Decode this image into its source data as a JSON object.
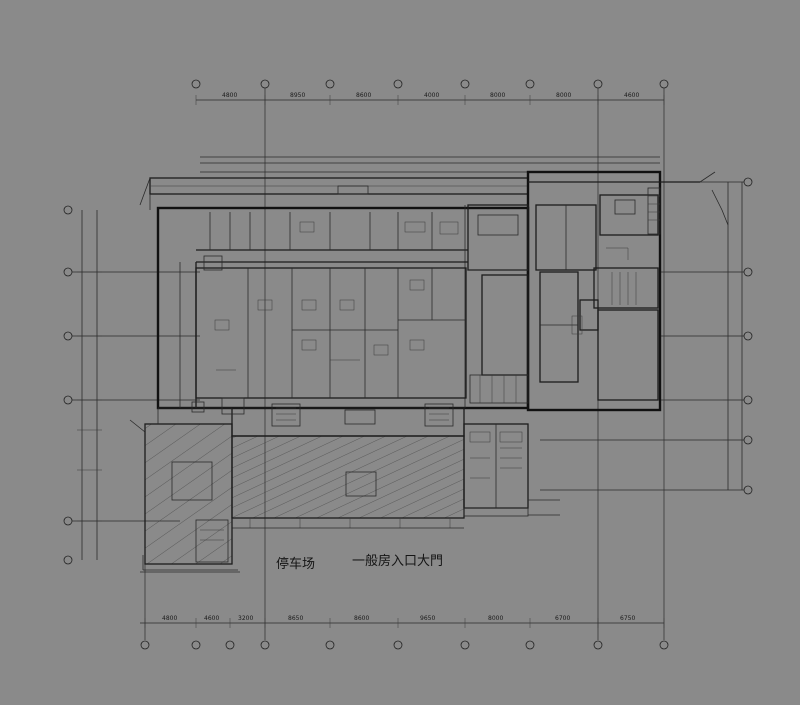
{
  "drawing": {
    "labels": {
      "parking": "停车场",
      "main_entrance": "一般房入口大門"
    },
    "dimension_top": [
      "4800",
      "8950",
      "8600",
      "4000",
      "8000",
      "8000",
      "4600"
    ],
    "dimension_bottom": [
      "4800",
      "4600",
      "3200",
      "8650",
      "8600",
      "9650",
      "8000",
      "6700",
      "6750"
    ],
    "colors": {
      "background": "#8a8a8a",
      "linework": "#1c1c1c"
    }
  }
}
